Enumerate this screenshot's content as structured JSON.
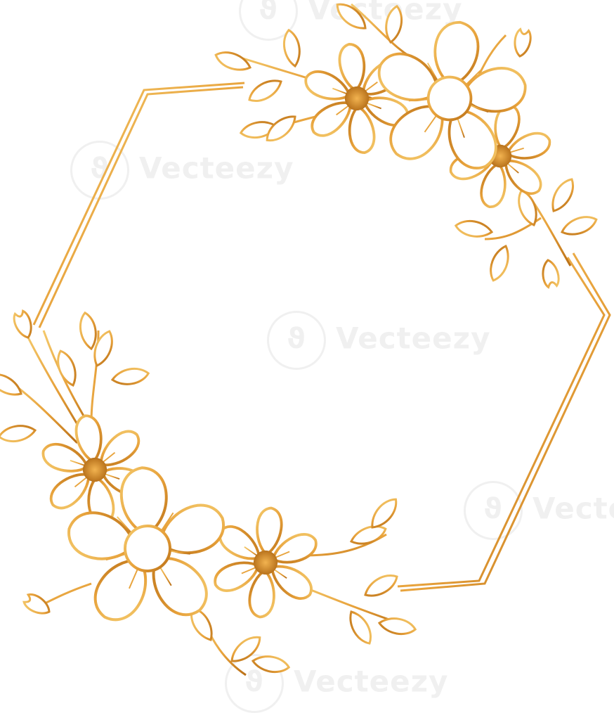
{
  "watermark": {
    "text": "Vecteezy",
    "logo_glyph": "ϑ"
  },
  "colors": {
    "gold_light": "#f4c96b",
    "gold_mid": "#e7a13a",
    "gold_dark": "#b96f16"
  },
  "icons": [
    "hexagon-frame",
    "flower-icon",
    "leaf-icon",
    "bud-icon"
  ]
}
